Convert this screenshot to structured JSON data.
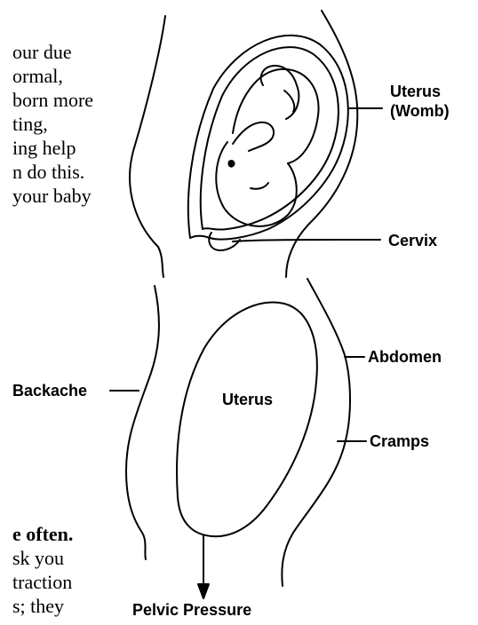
{
  "body_text": {
    "top_lines": [
      "our due",
      "ormal,",
      "born more",
      "ting,",
      "ing help",
      "n do this.",
      "your baby"
    ],
    "bottom_bold": "e often.",
    "bottom_lines": [
      "sk you",
      "traction",
      "s; they"
    ]
  },
  "labels": {
    "uterus_womb_line1": "Uterus",
    "uterus_womb_line2": "(Womb)",
    "cervix": "Cervix",
    "abdomen": "Abdomen",
    "backache": "Backache",
    "uterus": "Uterus",
    "cramps": "Cramps",
    "pelvic_pressure": "Pelvic Pressure"
  },
  "colors": {
    "ink": "#000000",
    "paper": "#ffffff"
  }
}
